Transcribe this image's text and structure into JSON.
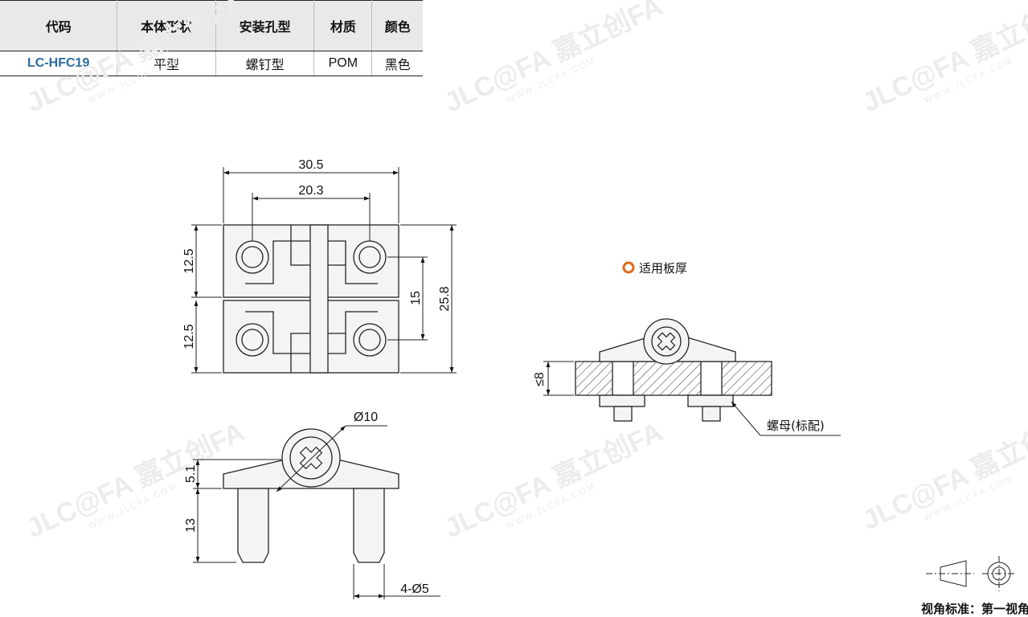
{
  "table": {
    "headers": [
      "代码",
      "本体形状",
      "安装孔型",
      "材质",
      "颜色"
    ],
    "rows": [
      [
        "LC-HFC19",
        "平型",
        "螺钉型",
        "POM",
        "黑色"
      ]
    ]
  },
  "dimensions": {
    "width_total": "30.5",
    "hole_spacing_x": "20.3",
    "leaf_upper": "12.5",
    "leaf_lower": "12.5",
    "hole_spacing_y": "15",
    "height_total": "25.8",
    "knuckle_diameter": "Ø10",
    "knuckle_height": "5.1",
    "pin_length": "13",
    "pin_diameter": "4-Ø5",
    "plate_thickness": "≤8"
  },
  "labels": {
    "plate_title": "适用板厚",
    "nut_label": "螺母(标配)",
    "projection": "视角标准：第一视角"
  },
  "watermark": {
    "brand": "JLC@FA 嘉立创FA",
    "url": "WWW.JLCFA.COM"
  },
  "colors": {
    "accent": "#e06a1b",
    "code": "#2d6aa0"
  }
}
